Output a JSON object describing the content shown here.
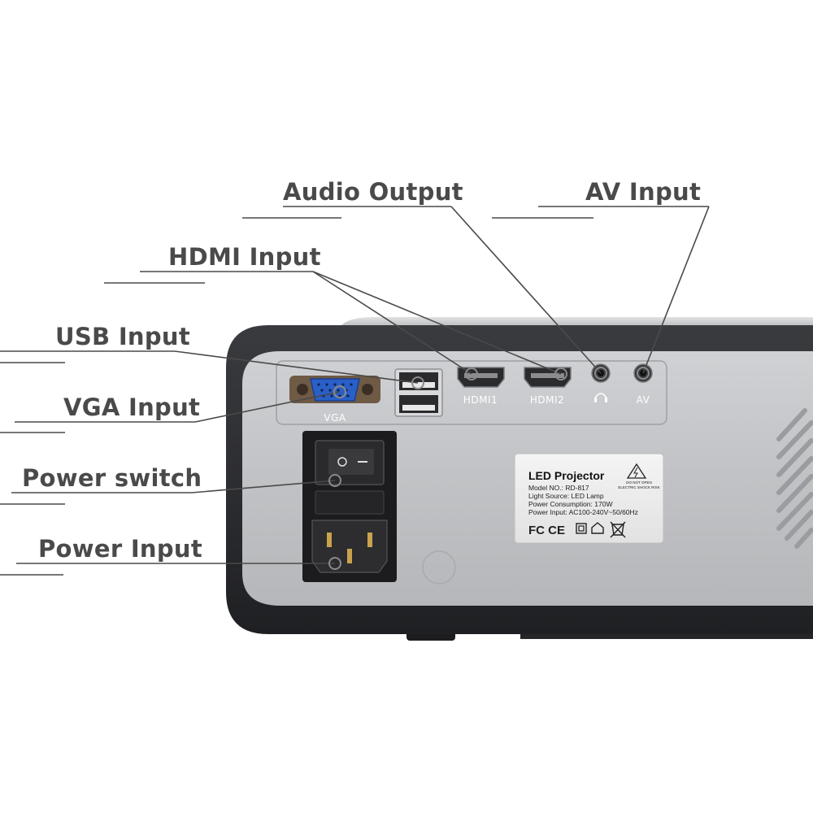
{
  "callouts": {
    "audio_output": "Audio Output",
    "av_input": "AV Input",
    "hdmi_input": "HDMI Input",
    "usb_input": "USB Input",
    "vga_input": "VGA Input",
    "power_switch": "Power switch",
    "power_input": "Power Input"
  },
  "ports": {
    "vga": "VGA",
    "hdmi1": "HDMI1",
    "hdmi2": "HDMI2",
    "av": "AV"
  },
  "label_sticker": {
    "title": "LED  Projector",
    "lines": [
      "Model NO.: RD-817",
      "Light Source: LED  Lamp",
      "Power  Consumption: 170W",
      "Power  Input: AC100-240V~50/60Hz"
    ],
    "warning": [
      "DO NOT OPEN",
      "ELECTRIC SHOCK RISK"
    ],
    "marks": "FC CE"
  },
  "colors": {
    "panel": "#c3c5c8",
    "casing": "#2a2b2e",
    "label_text": "#4a4a4a",
    "vga_blue": "#2a5fc7"
  }
}
